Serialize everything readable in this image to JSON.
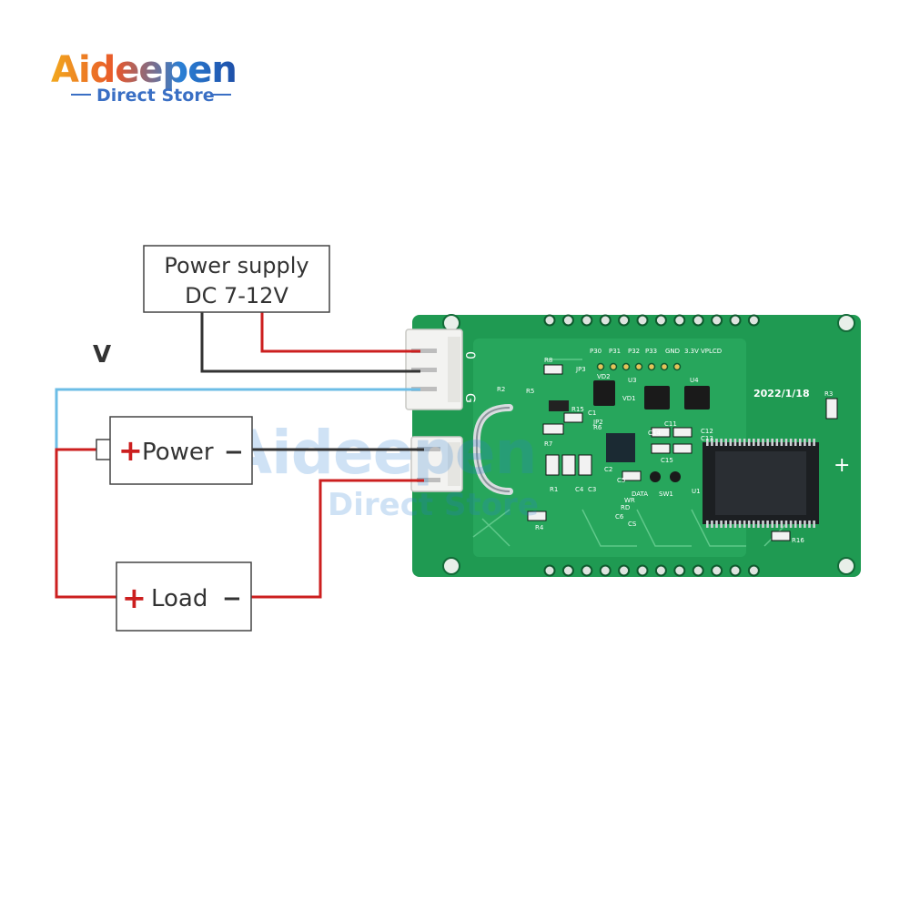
{
  "logo": {
    "brand": "Aideepen",
    "tagline": "Direct Store"
  },
  "diagram": {
    "power_supply": {
      "line1": "Power supply",
      "line2": "DC 7-12V"
    },
    "voltage_label": "V",
    "power_box": {
      "plus": "+",
      "label": "Power",
      "minus": "−"
    },
    "load_box": {
      "plus": "+",
      "label": "Load",
      "minus": "−"
    }
  },
  "board": {
    "date": "2022/1/18",
    "silkscreen": [
      "P30",
      "P31",
      "P32",
      "P33",
      "GND",
      "3.3V",
      "VPLCD",
      "R8",
      "R5",
      "R2",
      "JP3",
      "VD2",
      "VD1",
      "U3",
      "U4",
      "R15",
      "R7",
      "R6",
      "C1",
      "C2",
      "C11",
      "C12",
      "C13",
      "C15",
      "C14",
      "C5",
      "C3",
      "C4",
      "R1",
      "DATA",
      "SW1",
      "R4",
      "RD",
      "C6",
      "WR",
      "CS",
      "U1",
      "R3",
      "R16",
      "JP2"
    ],
    "connector_marks": [
      "0",
      "G"
    ],
    "plus_mark": "+"
  },
  "colors": {
    "wire_red": "#cc1f1f",
    "wire_black": "#333333",
    "wire_blue": "#6cbde6",
    "pcb_green": "#1f9a52",
    "box_border": "#444444"
  }
}
